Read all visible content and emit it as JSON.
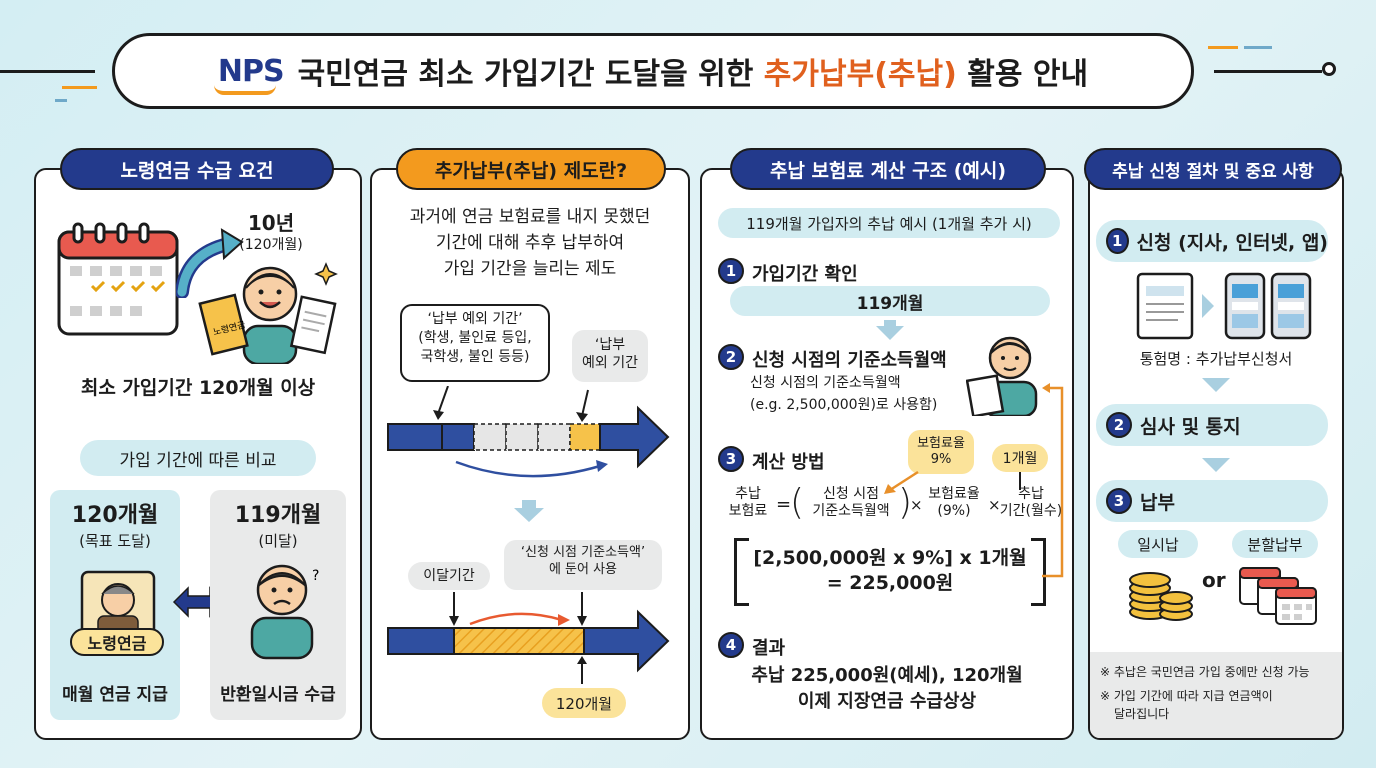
{
  "header": {
    "logo": "NPS",
    "title_prefix": "국민연금 최소 가입기간 도달을 위한 ",
    "title_highlight": "추가납부(추납)",
    "title_suffix": " 활용 안내"
  },
  "panel1": {
    "heading": "노령연금 수급 요건",
    "years": "10년",
    "months": "(120개월)",
    "doc_label": "노령연금",
    "min_period": "최소 가입기간 120개월 이상",
    "compare_heading": "가입 기간에 따른 비교",
    "left_title": "120개월",
    "left_sub": "(목표 도달)",
    "left_badge": "노령연금",
    "left_result": "매월 연금 지급",
    "right_title": "119개월",
    "right_sub": "(미달)",
    "right_result": "반환일시금 수급"
  },
  "panel2": {
    "heading": "추가납부(추납) 제도란?",
    "desc_line1": "과거에 연금 보험료를 내지 못했던",
    "desc_line2": "기간에 대해 추후 납부하여",
    "desc_line3": "가입 기간을 늘리는 제도",
    "bubble1_line1": "‘납부 예외 기간’",
    "bubble1_line2": "(학생, 불인료 등입,",
    "bubble1_line3": "국학생, 불인 등등)",
    "bubble2_line1": "‘납부",
    "bubble2_line2": "예외 기간",
    "label_this_month": "이달기간",
    "bubble3_line1": "‘신청 시점 기준소득액’",
    "bubble3_line2": "에 둔어 사용",
    "tag_120": "120개월"
  },
  "panel3": {
    "heading": "추납 보험료 계산 구조 (예시)",
    "example": "119개월 가입자의 추납 예시 (1개월 추가 시)",
    "step1_num": "1",
    "step1_title": "가입기간 확인",
    "step1_value": "119개월",
    "step2_num": "2",
    "step2_title": "신청 시점의 기준소득월액",
    "step2_line1": "신청 시점의 기준소득월액",
    "step2_line2": "(e.g. 2,500,000원)로 사용함)",
    "step3_num": "3",
    "step3_title": "계산 방법",
    "tag_rate_line1": "보험료율",
    "tag_rate_line2": "9%",
    "tag_month": "1개월",
    "f_left_1": "추납",
    "f_left_2": "보험료",
    "f_eq": "=",
    "f_a1": "신청 시점",
    "f_a2": "기준소득월액",
    "f_x1": "×",
    "f_b1": "보험료율",
    "f_b2": "(9%)",
    "f_x2": "×",
    "f_c1": "추납",
    "f_c2": "기간(월수)",
    "calc_line1": "[2,500,000원 x 9%] x 1개월",
    "calc_line2": "= 225,000원",
    "step4_num": "4",
    "step4_title": "결과",
    "result_line1": "추납 225,000원(예세), 120개월",
    "result_line2": "이제 지장연금 수급상상"
  },
  "panel4": {
    "heading": "추납 신청 절차 및 중요 사항",
    "s1_num": "1",
    "s1_label": "신청 (지사, 인터넷, 앱)",
    "form_name": "통험명 : 추가납부신청서",
    "s2_num": "2",
    "s2_label": "심사 및 통지",
    "s3_num": "3",
    "s3_label": "납부",
    "pay_a": "일시납",
    "pay_or": "or",
    "pay_b": "분할납부",
    "note1": "※ 추납은 국민연금 가입 중에만 신청 가능",
    "note2_line1": "※ 가입 기간에 따라 지급 연금액이",
    "note2_line2": "달라집니다"
  },
  "colors": {
    "navy": "#233a8c",
    "orange": "#f39a1e",
    "accent_text": "#e0601e",
    "soft_teal": "#d2ecf1",
    "yellow": "#fbe39a"
  }
}
